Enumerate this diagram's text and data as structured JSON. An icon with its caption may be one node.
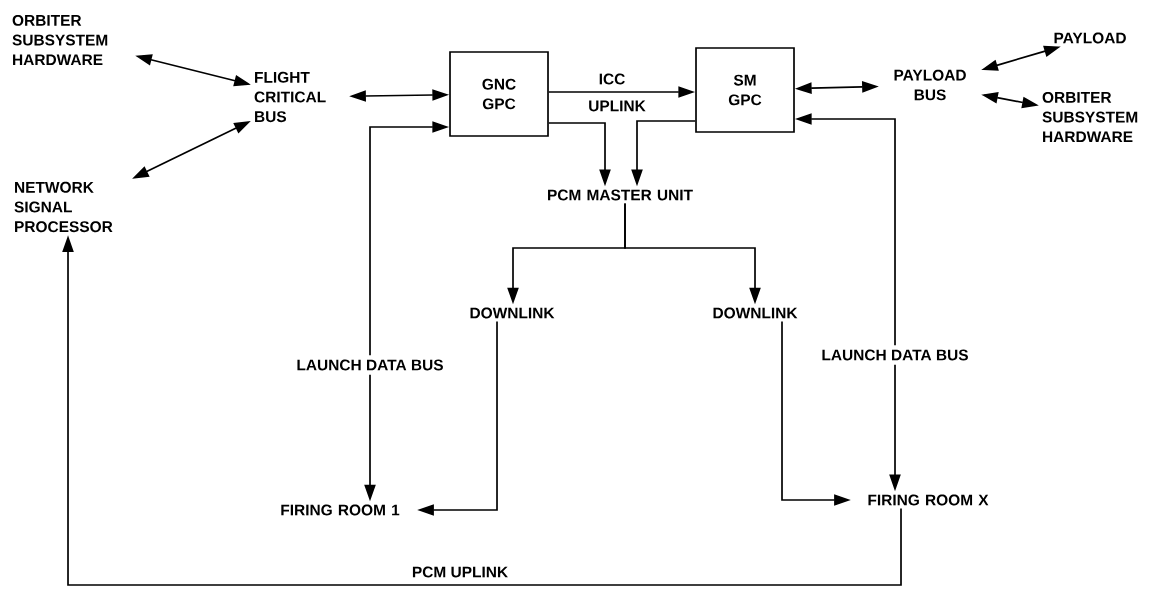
{
  "diagram": {
    "nodes": [
      {
        "text": [
          "ORBITER SUBSYSTEM HARDWARE"
        ]
      },
      {
        "text": [
          "FLIGHT CRITICAL BUS"
        ]
      },
      {
        "text": [
          "NETWORK SIGNAL PROCESSOR"
        ]
      },
      {
        "text": [
          "GNC GPC"
        ]
      },
      {
        "text": [
          "SM GPC"
        ]
      },
      {
        "text": [
          "PAYLOAD BUS"
        ]
      },
      {
        "text": [
          "PAYLOAD"
        ]
      },
      {
        "text": [
          "ORBITER SUBSYSTEM HARDWARE"
        ]
      },
      {
        "text": [
          "PCM MASTER UNIT"
        ]
      },
      {
        "text": [
          "DOWNLINK"
        ]
      },
      {
        "text": [
          "DOWNLINK"
        ]
      },
      {
        "text": [
          "FIRING ROOM 1"
        ]
      },
      {
        "text": [
          "FIRING ROOM X"
        ]
      }
    ],
    "edges": [
      {
        "from": 0,
        "to": 1,
        "arrow": "both"
      },
      {
        "from": 2,
        "to": 1,
        "arrow": "both"
      },
      {
        "from": 1,
        "to": 3,
        "arrow": "both"
      },
      {
        "from": 3,
        "to": 4,
        "arrow": "to",
        "label": "ICC"
      },
      {
        "from": 3,
        "to": 8,
        "arrow": "to"
      },
      {
        "from": 4,
        "to": 8,
        "arrow": "to"
      },
      {
        "from": 4,
        "to": 5,
        "arrow": "both"
      },
      {
        "from": 5,
        "to": 6,
        "arrow": "both"
      },
      {
        "from": 5,
        "to": 7,
        "arrow": "both"
      },
      {
        "from": 8,
        "to": 9,
        "arrow": "to"
      },
      {
        "from": 8,
        "to": 10,
        "arrow": "to"
      },
      {
        "from": 3,
        "to": 11,
        "arrow": "both",
        "label": "LAUNCH DATA BUS"
      },
      {
        "from": 4,
        "to": 12,
        "arrow": "both",
        "label": "LAUNCH DATA BUS"
      },
      {
        "from": 9,
        "to": 11,
        "arrow": "to"
      },
      {
        "from": 10,
        "to": 12,
        "arrow": "to"
      },
      {
        "from": 12,
        "to": 2,
        "arrow": "to",
        "label": "PCM UPLINK"
      }
    ],
    "labels": [
      "UPLINK"
    ]
  }
}
